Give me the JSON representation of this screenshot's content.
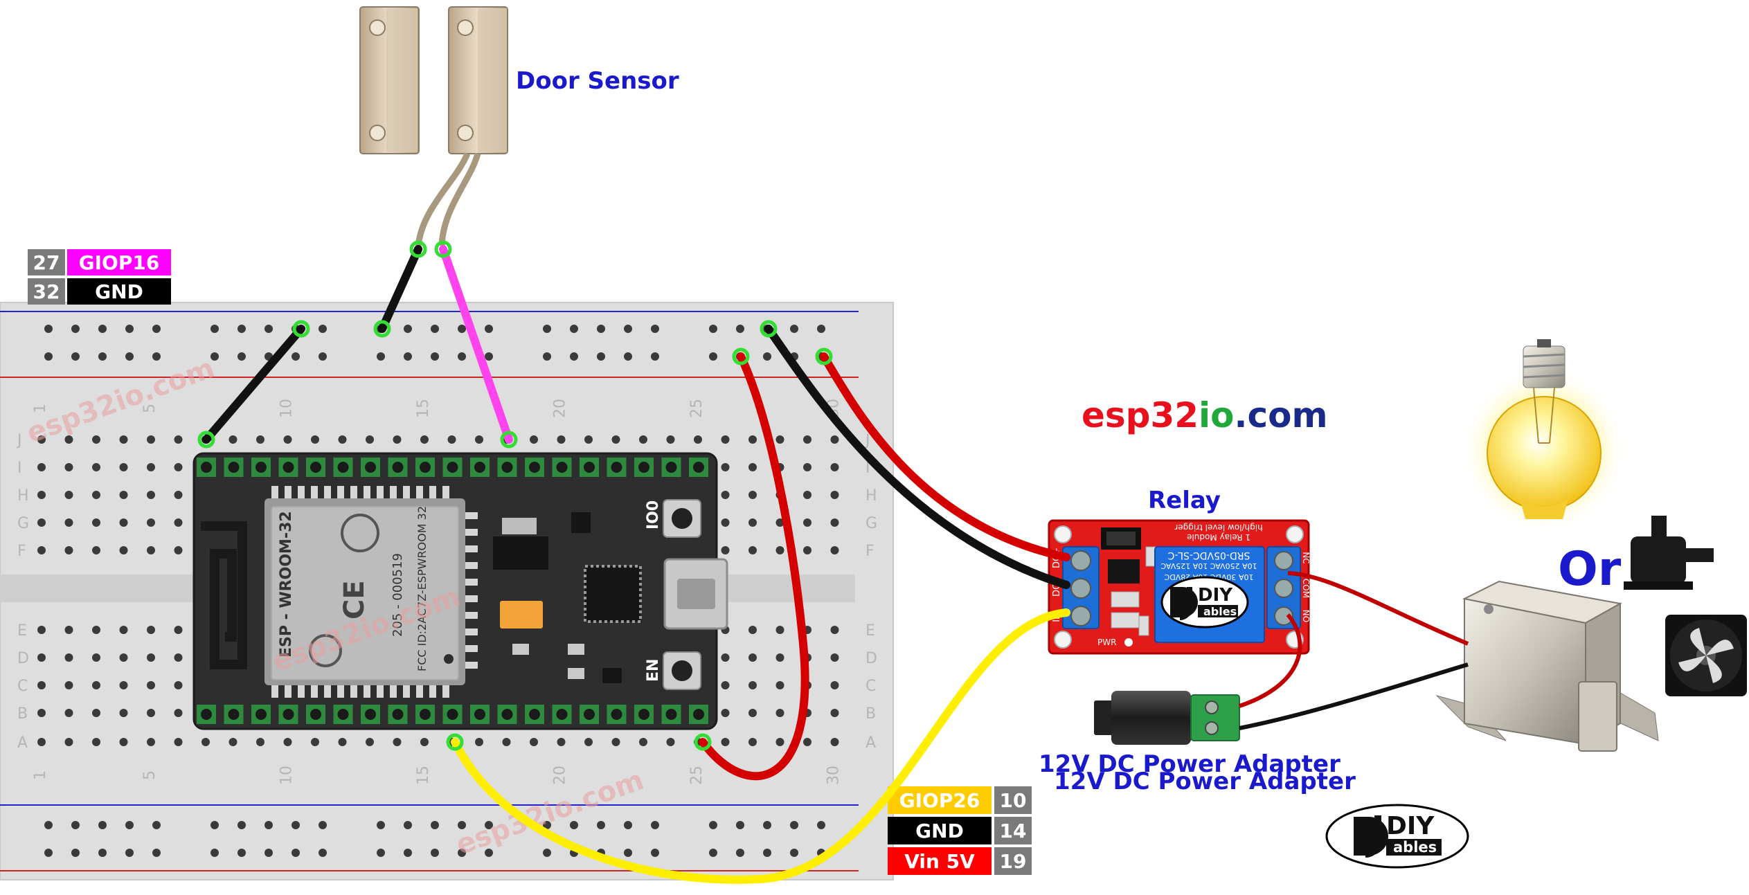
{
  "labels": {
    "door_sensor": "Door Sensor",
    "relay": "Relay",
    "power_adapter_1": "12V DC Power Adapter",
    "power_adapter_2": "12V DC Power Adapter",
    "or": "Or"
  },
  "brand": {
    "part1": "esp32",
    "part2": "io",
    "part3": ".com",
    "watermark": "esp32io.com",
    "diy_logo": "DIY",
    "diy_logo_sub": "ables"
  },
  "pin_table_top": [
    {
      "num": "27",
      "name": "GIOP16",
      "color": "#ff00ff",
      "text_color": "#ffffff"
    },
    {
      "num": "32",
      "name": "GND",
      "color": "#000000",
      "text_color": "#ffffff"
    }
  ],
  "pin_table_bottom": [
    {
      "name": "GIOP26",
      "num": "10",
      "color": "#ffcc00",
      "text_color": "#ffffff"
    },
    {
      "name": "GND",
      "num": "14",
      "color": "#000000",
      "text_color": "#ffffff"
    },
    {
      "name": "Vin 5V",
      "num": "19",
      "color": "#ff0000",
      "text_color": "#ffffff"
    }
  ],
  "breadboard": {
    "row_letters_top": [
      "J",
      "I",
      "H",
      "G",
      "F"
    ],
    "row_letters_bottom": [
      "E",
      "D",
      "C",
      "B",
      "A"
    ],
    "column_numbers": [
      "1",
      "5",
      "10",
      "15",
      "20",
      "25",
      "30"
    ]
  },
  "esp32": {
    "module_text": "ESP - WROOM-32",
    "cert_text": "205 - 000519",
    "fcc_text": "FCC ID:2AC7Z-ESPWROOM 32",
    "button_io0": "IO0",
    "button_en": "EN"
  },
  "relay_module": {
    "title": "1 Relay Module",
    "subtitle": "high/low level trigger",
    "relay_model": "SRD-05VDC-SL-C",
    "rating_1": "10A 250VAC 10A 125VAC",
    "rating_2": "10A 30VDC 10A 28VDC",
    "pin_dc_plus": "DC+",
    "pin_dc_minus": "DC-",
    "pin_in": "IN",
    "pin_no": "NO",
    "pin_com": "COM",
    "pin_nc": "NC",
    "pwr_label": "PWR"
  },
  "colors": {
    "wire_pink": "#ff44ee",
    "wire_black": "#111111",
    "wire_red": "#d40000",
    "wire_yellow": "#ffee00",
    "blue_text": "#1a1acc",
    "brand_red": "#e8101c",
    "brand_green": "#22a83a",
    "brand_navy": "#1a2a88"
  }
}
